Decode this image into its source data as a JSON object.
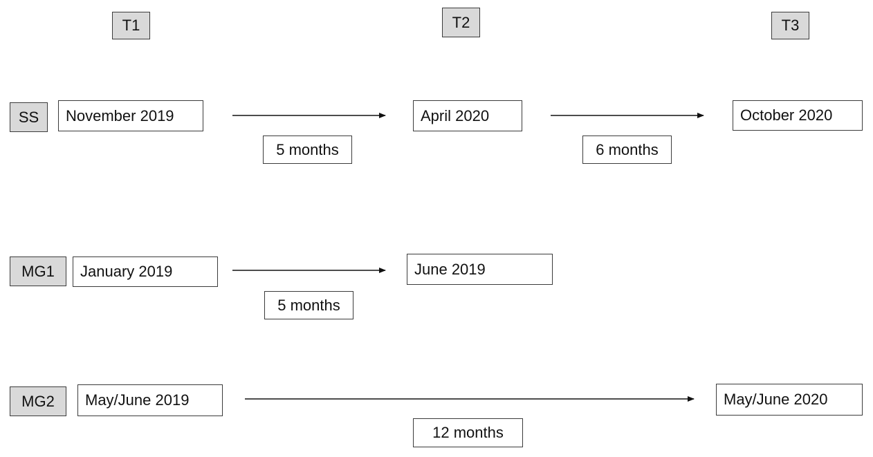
{
  "headers": {
    "t1": "T1",
    "t2": "T2",
    "t3": "T3"
  },
  "rows": {
    "ss": {
      "label": "SS",
      "t1_date": "November 2019",
      "t2_date": "April 2020",
      "t3_date": "October 2020",
      "interval_1": "5 months",
      "interval_2": "6 months"
    },
    "mg1": {
      "label": "MG1",
      "t1_date": "January 2019",
      "t2_date": "June 2019",
      "interval_1": "5 months"
    },
    "mg2": {
      "label": "MG2",
      "t1_date": "May/June 2019",
      "t3_date": "May/June 2020",
      "interval_1": "12 months"
    }
  },
  "colors": {
    "label_fill": "#d9d9d9",
    "box_fill": "#ffffff",
    "border": "#3a3a3a",
    "arrow": "#111111"
  }
}
